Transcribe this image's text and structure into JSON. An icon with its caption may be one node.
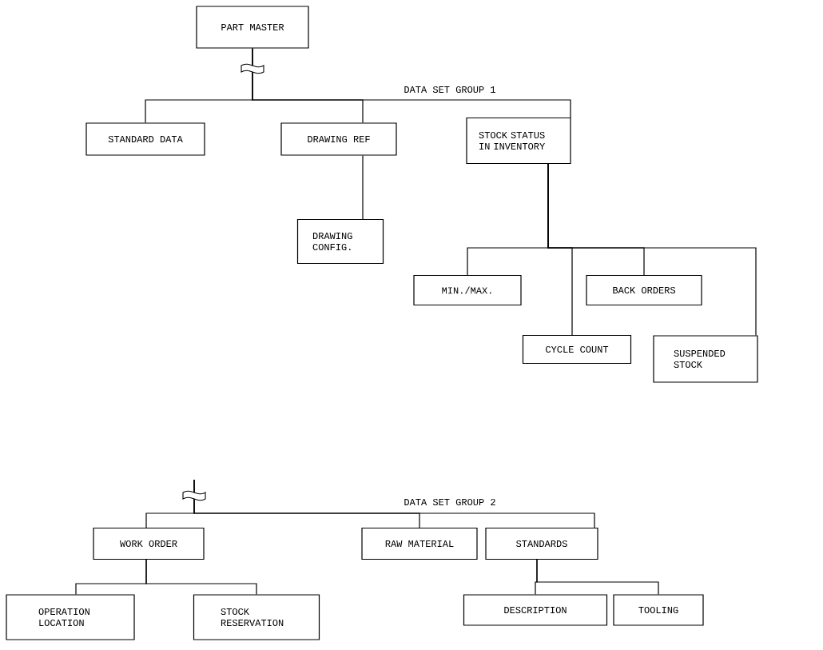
{
  "diagram": {
    "nodes": [
      {
        "text": [
          "PART MASTER"
        ]
      },
      {
        "text": [
          "STANDARD DATA"
        ]
      },
      {
        "text": [
          "DRAWING REF"
        ]
      },
      {
        "text": [
          "STOCK STATUS IN INVENTORY"
        ]
      },
      {
        "text": [
          "DRAWING CONFIG."
        ]
      },
      {
        "text": [
          "MIN./MAX."
        ]
      },
      {
        "text": [
          "BACK ORDERS"
        ]
      },
      {
        "text": [
          "CYCLE COUNT"
        ]
      },
      {
        "text": [
          "SUSPENDED STOCK"
        ]
      },
      {
        "text": [
          "WORK ORDER"
        ]
      },
      {
        "text": [
          "RAW MATERIAL"
        ]
      },
      {
        "text": [
          "STANDARDS"
        ]
      },
      {
        "text": [
          "OPERATION LOCATION"
        ]
      },
      {
        "text": [
          "STOCK RESERVATION"
        ]
      },
      {
        "text": [
          "DESCRIPTION"
        ]
      },
      {
        "text": [
          "TOOLING"
        ]
      }
    ],
    "edges": [
      {
        "from": 0,
        "to": 1,
        "arrow": "none"
      },
      {
        "from": 0,
        "to": 2,
        "arrow": "none"
      },
      {
        "from": 0,
        "to": 3,
        "arrow": "none"
      },
      {
        "from": 2,
        "to": 4,
        "arrow": "none"
      },
      {
        "from": 3,
        "to": 5,
        "arrow": "none"
      },
      {
        "from": 3,
        "to": 6,
        "arrow": "none"
      },
      {
        "from": 3,
        "to": 7,
        "arrow": "none"
      },
      {
        "from": 3,
        "to": 8,
        "arrow": "none"
      },
      {
        "from": null,
        "to": 9,
        "arrow": "none"
      },
      {
        "from": null,
        "to": 10,
        "arrow": "none"
      },
      {
        "from": null,
        "to": 11,
        "arrow": "none"
      },
      {
        "from": 9,
        "to": 12,
        "arrow": "none"
      },
      {
        "from": 9,
        "to": 13,
        "arrow": "none"
      },
      {
        "from": 11,
        "to": 14,
        "arrow": "none"
      },
      {
        "from": 11,
        "to": 15,
        "arrow": "none"
      }
    ],
    "labels": [
      "DATA SET GROUP 1",
      "DATA SET GROUP 2"
    ]
  }
}
